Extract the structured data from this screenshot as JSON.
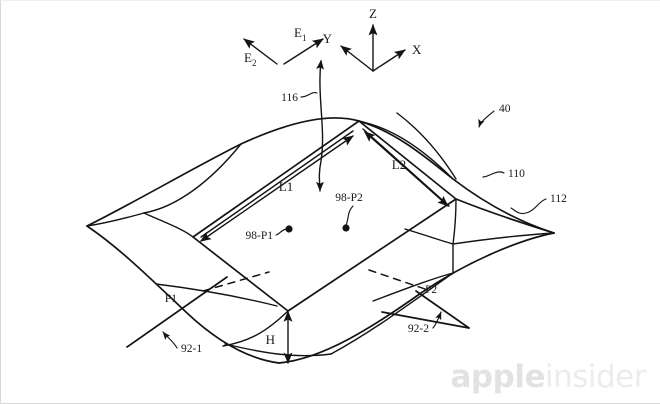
{
  "figure": {
    "title": "Patent figure: deformable display surface with reference rectangle",
    "labels": {
      "axis_x": "X",
      "axis_y": "Y",
      "axis_z": "Z",
      "field_e1_base": "E",
      "field_e1_sub": "1",
      "field_e2_base": "E",
      "field_e2_sub": "2",
      "ref_116": "116",
      "ref_40": "40",
      "ref_110": "110",
      "ref_112": "112",
      "len_l1": "L1",
      "len_l2": "L2",
      "pt_98p1": "98-P1",
      "pt_98p2": "98-P2",
      "pt_p1": "P1",
      "pt_p2": "P2",
      "ref_92_1": "92-1",
      "ref_92_2": "92-2",
      "height_h": "H"
    },
    "colors": {
      "ink": "#141414",
      "background": "#ffffff",
      "border": "#d8d8d8",
      "watermark_bold": "#e2e2e2",
      "watermark_light": "#ececec"
    }
  },
  "watermark": {
    "part_bold": "apple",
    "part_light": "insider"
  }
}
